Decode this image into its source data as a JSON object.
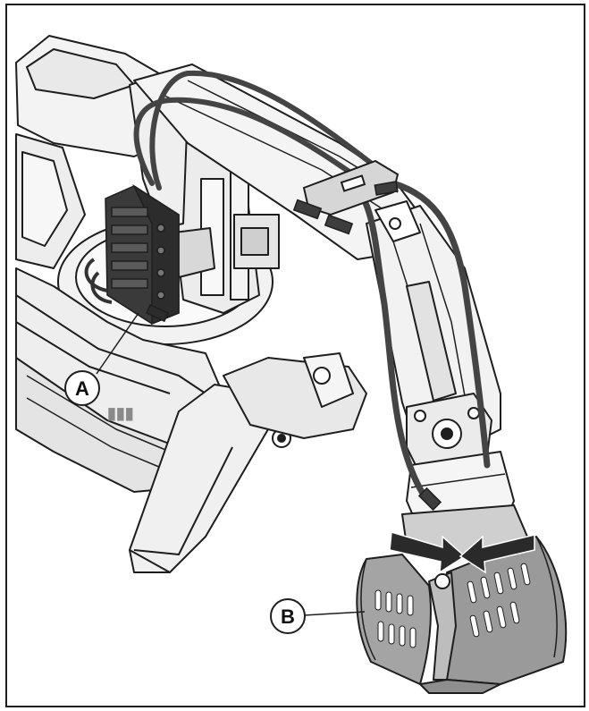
{
  "callouts": [
    {
      "id": "A",
      "label": "A"
    },
    {
      "id": "B",
      "label": "B"
    }
  ],
  "colors": {
    "line": "#1e1e1e",
    "body": "#f1f1f1",
    "body_shade": "#dcdcdc",
    "hose": "#444444",
    "valve": "#3a3a3a",
    "grapple": "#9a9a9a",
    "arrow": "#2a2a2a"
  }
}
